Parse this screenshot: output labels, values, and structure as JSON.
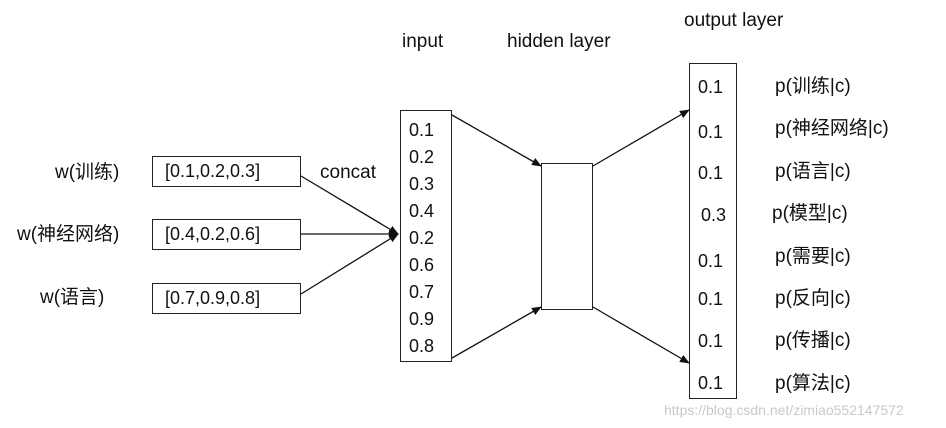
{
  "headers": {
    "input": "input",
    "hidden": "hidden layer",
    "output": "output layer"
  },
  "concat_label": "concat",
  "words": [
    {
      "label": "w(训练)",
      "vector": "[0.1,0.2,0.3]"
    },
    {
      "label": "w(神经网络)",
      "vector": "[0.4,0.2,0.6]"
    },
    {
      "label": "w(语言)",
      "vector": "[0.7,0.9,0.8]"
    }
  ],
  "input_values": [
    "0.1",
    "0.2",
    "0.3",
    "0.4",
    "0.2",
    "0.6",
    "0.7",
    "0.9",
    "0.8"
  ],
  "outputs": [
    {
      "value": "0.1",
      "label": "p(训练|c)"
    },
    {
      "value": "0.1",
      "label": "p(神经网络|c)"
    },
    {
      "value": "0.1",
      "label": "p(语言|c)"
    },
    {
      "value": "0.3",
      "label": "p(模型|c)"
    },
    {
      "value": "0.1",
      "label": "p(需要|c)"
    },
    {
      "value": "0.1",
      "label": "p(反向|c)"
    },
    {
      "value": "0.1",
      "label": "p(传播|c)"
    },
    {
      "value": "0.1",
      "label": "p(算法|c)"
    }
  ],
  "watermark": "https://blog.csdn.net/zimiao552147572"
}
